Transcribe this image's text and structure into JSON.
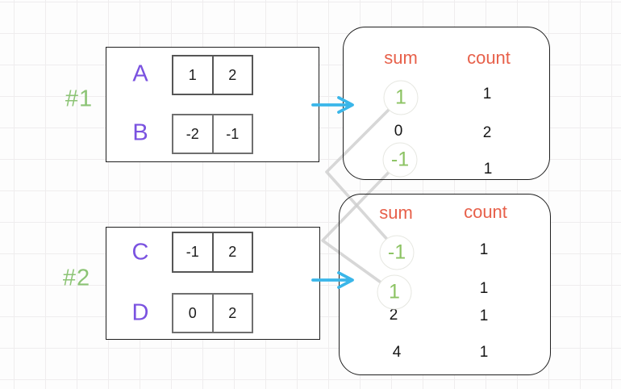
{
  "colors": {
    "arrow_cyan": "#3ab6e9",
    "label_green": "#8cc475",
    "circled_green": "#8cc363",
    "letter_purple": "#7a52e0",
    "header_orange": "#e7604a",
    "text_black": "#1b1b1b",
    "connector_gray": "#d2d2d2",
    "background": "#fdfdfd"
  },
  "examples": [
    {
      "label": "#1",
      "arrays": [
        {
          "name": "A",
          "cells": [
            "1",
            "2"
          ]
        },
        {
          "name": "B",
          "cells": [
            "-2",
            "-1"
          ]
        }
      ],
      "result_table": {
        "sum_header": "sum",
        "count_header": "count",
        "rows": [
          {
            "sum": "1",
            "count": "1",
            "highlighted": true
          },
          {
            "sum": "0",
            "count": "2",
            "highlighted": false
          },
          {
            "sum": "-1",
            "count": "1",
            "highlighted": true
          }
        ]
      }
    },
    {
      "label": "#2",
      "arrays": [
        {
          "name": "C",
          "cells": [
            "-1",
            "2"
          ]
        },
        {
          "name": "D",
          "cells": [
            "0",
            "2"
          ]
        }
      ],
      "result_table": {
        "sum_header": "sum",
        "count_header": "count",
        "rows": [
          {
            "sum": "-1",
            "count": "1",
            "highlighted": true
          },
          {
            "sum": "1",
            "count": "1",
            "highlighted": true
          },
          {
            "sum": "2",
            "count": "1",
            "highlighted": false
          },
          {
            "sum": "4",
            "count": "1",
            "highlighted": false
          }
        ]
      }
    }
  ],
  "connections": [
    {
      "from": "example1-sum-1",
      "to": "example2-sum--1"
    },
    {
      "from": "example1-sum--1",
      "to": "example2-sum-1"
    }
  ]
}
